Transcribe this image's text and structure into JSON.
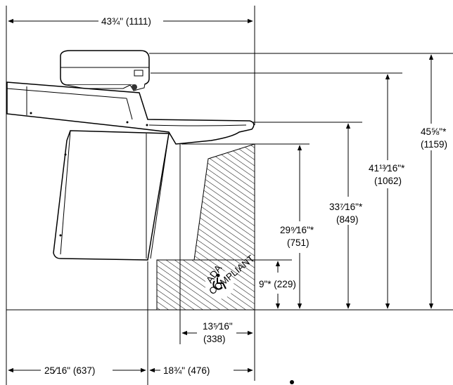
{
  "dimensions": {
    "overall_width": "43¾\" (1111)",
    "left_width": "25⁄16\" (637)",
    "right_width": "18¾\" (476)",
    "knee_depth_a": "13⁵⁄16\"",
    "knee_depth_b": "(338)",
    "toe_height": "9\"* (229)",
    "knee_height_a": "29⁹⁄16\"*",
    "knee_height_b": "(751)",
    "rim_height_a": "33⁷⁄16\"*",
    "rim_height_b": "(849)",
    "bubbler_height_a": "41¹³⁄16\"*",
    "bubbler_height_b": "(1062)",
    "top_height_a": "45⅝\"*",
    "top_height_b": "(1159)"
  },
  "badge": {
    "line1": "ADA",
    "line2": "COMPLIANT"
  }
}
